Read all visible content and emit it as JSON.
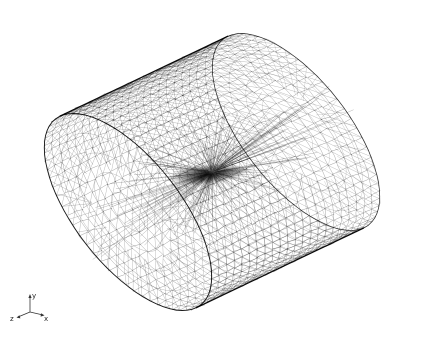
{
  "viewport": {
    "background": "#ffffff",
    "mesh_color": "#000000"
  },
  "triad": {
    "icon": "coordinate-axes-icon",
    "x_label": "x",
    "y_label": "y",
    "z_label": "z"
  }
}
